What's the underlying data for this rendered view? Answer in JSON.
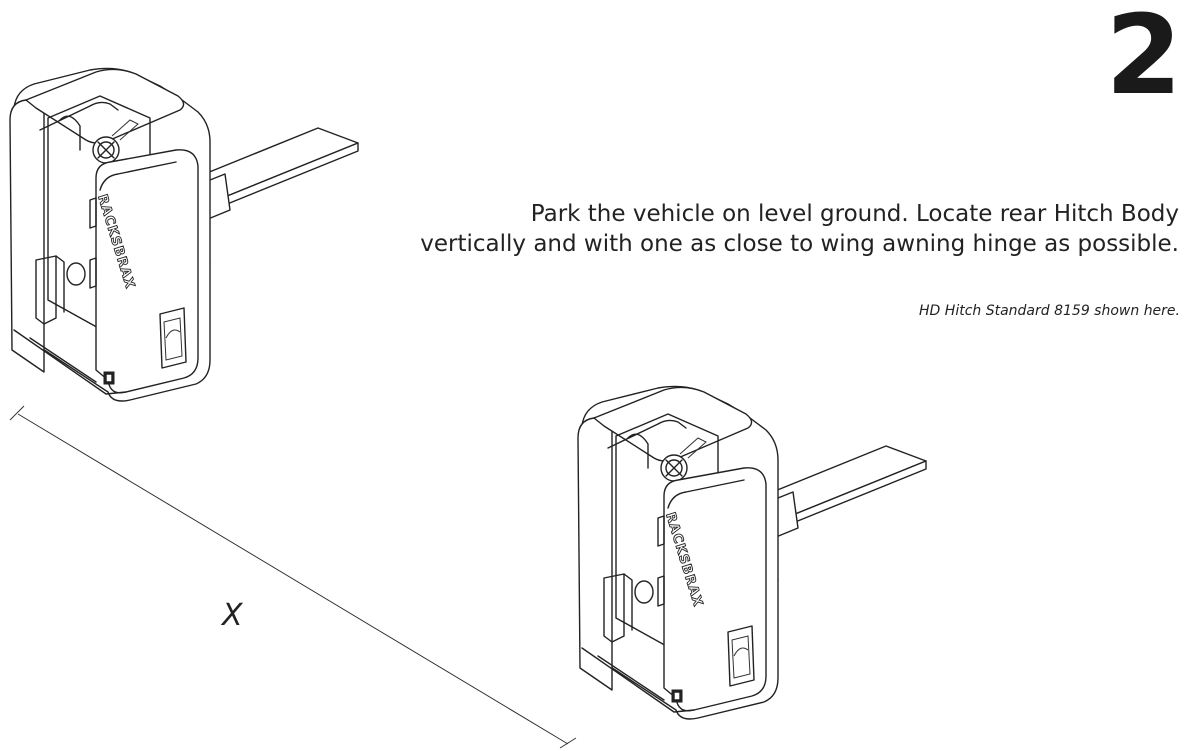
{
  "step": {
    "number": "2"
  },
  "instruction": {
    "text": "Park the vehicle on level ground. Locate rear Hitch Body vertically and with one as close to wing awning hinge as possible."
  },
  "caption": {
    "text": "HD Hitch Standard 8159 shown here."
  },
  "dimension": {
    "label": "X"
  },
  "hitch": {
    "brand": "RACKSBRAX"
  }
}
